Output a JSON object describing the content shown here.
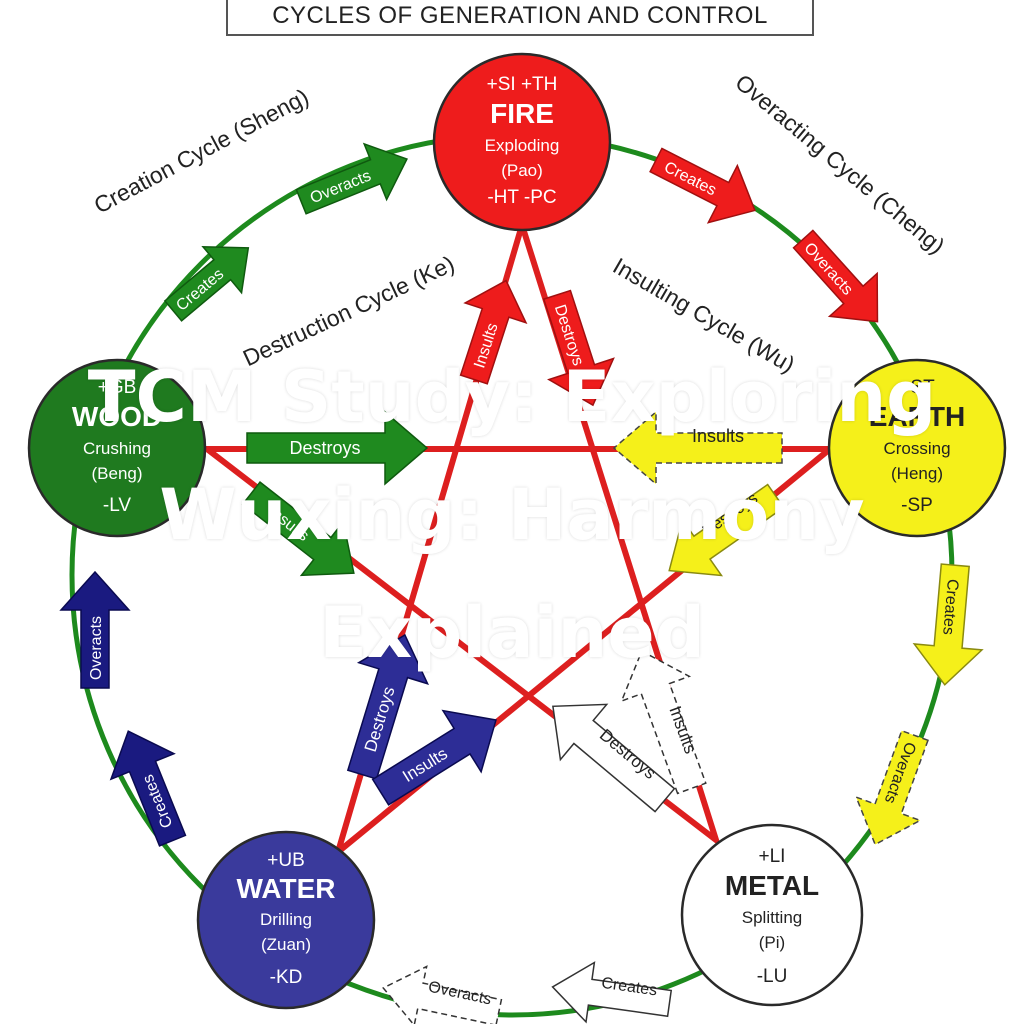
{
  "title": "CYCLES OF GENERATION AND CONTROL",
  "cycle_labels": {
    "creation": "Creation Cycle (Sheng)",
    "overacting": "Overacting Cycle (Cheng)",
    "destruction": "Destruction Cycle (Ke)",
    "insulting": "Insulting Cycle (Wu)"
  },
  "elements": {
    "fire": {
      "top": "+SI  +TH",
      "name": "FIRE",
      "action": "Exploding",
      "pinyin": "(Pao)",
      "bottom": "-HT   -PC",
      "color": "#ee1c1c"
    },
    "earth": {
      "top": "+ST",
      "name": "EARTH",
      "action": "Crossing",
      "pinyin": "(Heng)",
      "bottom": "-SP",
      "color": "#f5f01a"
    },
    "metal": {
      "top": "+LI",
      "name": "METAL",
      "action": "Splitting",
      "pinyin": "(Pi)",
      "bottom": "-LU",
      "color": "#ffffff"
    },
    "water": {
      "top": "+UB",
      "name": "WATER",
      "action": "Drilling",
      "pinyin": "(Zuan)",
      "bottom": "-KD",
      "color": "#3a3a9c"
    },
    "wood": {
      "top": "+GB",
      "name": "WOOD",
      "action": "Crushing",
      "pinyin": "(Beng)",
      "bottom": "-LV",
      "color": "#1f7a1f"
    }
  },
  "arrow_labels": {
    "creates": "Creates",
    "overacts": "Overacts",
    "destroys": "Destroys",
    "insults": "Insults"
  },
  "overlay": {
    "line1": "TCM Study: Exploring",
    "line2": "Wuxing: Harmony",
    "line3": "Explained"
  }
}
